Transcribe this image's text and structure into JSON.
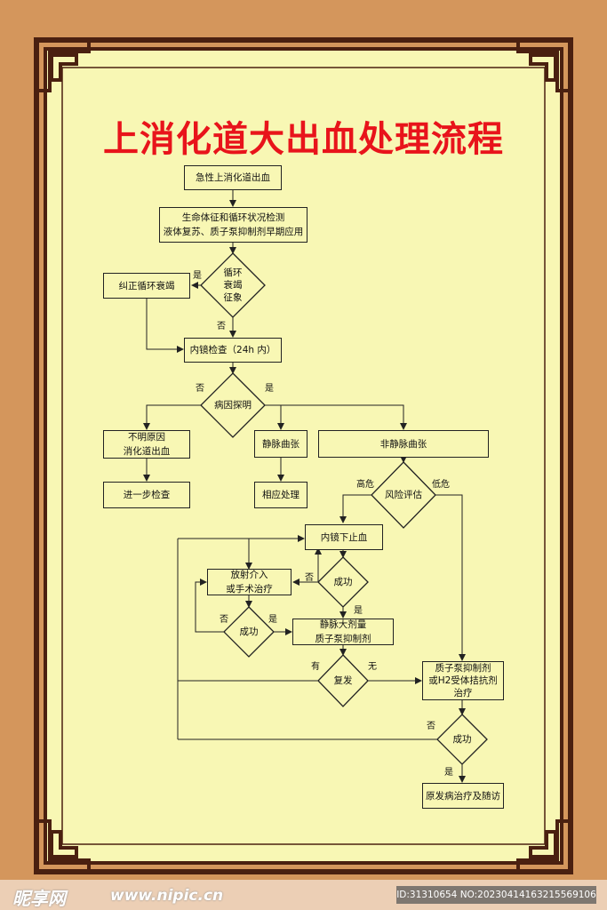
{
  "title": "上消化道大出血处理流程",
  "nodes": {
    "start": "急性上消化道出血",
    "vital": "生命体征和循环状况检测\n液体复苏、质子泵抑制剂早期应用",
    "circulation_q": "循环\n衰竭\n征象",
    "correct": "纠正循环衰竭",
    "endoscopy": "内镜检查（24h 内）",
    "cause_q": "病因探明",
    "unknown": "不明原因\n消化道出血",
    "varices": "静脉曲张",
    "nonvarices": "非静脉曲张",
    "further": "进一步检查",
    "treat": "相应处理",
    "risk_q": "风险评估",
    "endo_stop": "内镜下止血",
    "success1_q": "成功",
    "radio": "放射介入\n或手术治疗",
    "success2_q": "成功",
    "iv_ppi": "静脉大剂量\n质子泵抑制剂",
    "relapse_q": "复发",
    "ppi_h2": "质子泵抑制剂\n或H2受体拮抗剂\n治疗",
    "success3_q": "成功",
    "followup": "原发病治疗及随访"
  },
  "labels": {
    "circ_yes": "是",
    "circ_no": "否",
    "cause_no": "否",
    "cause_yes": "是",
    "risk_high": "高危",
    "risk_low": "低危",
    "s1_no": "否",
    "s1_yes": "是",
    "s2_no": "否",
    "s2_yes": "是",
    "relapse_yes": "有",
    "relapse_no": "无",
    "s3_no": "否",
    "s3_yes": "是"
  },
  "watermark": {
    "brand": "昵享网",
    "url": "www.nipic.cn",
    "id": "ID:31310654 NO:20230414163215569106"
  },
  "colors": {
    "background": "#d4965c",
    "panel": "#f8f7b4",
    "frame": "#4a2010",
    "title": "#e8141b"
  }
}
